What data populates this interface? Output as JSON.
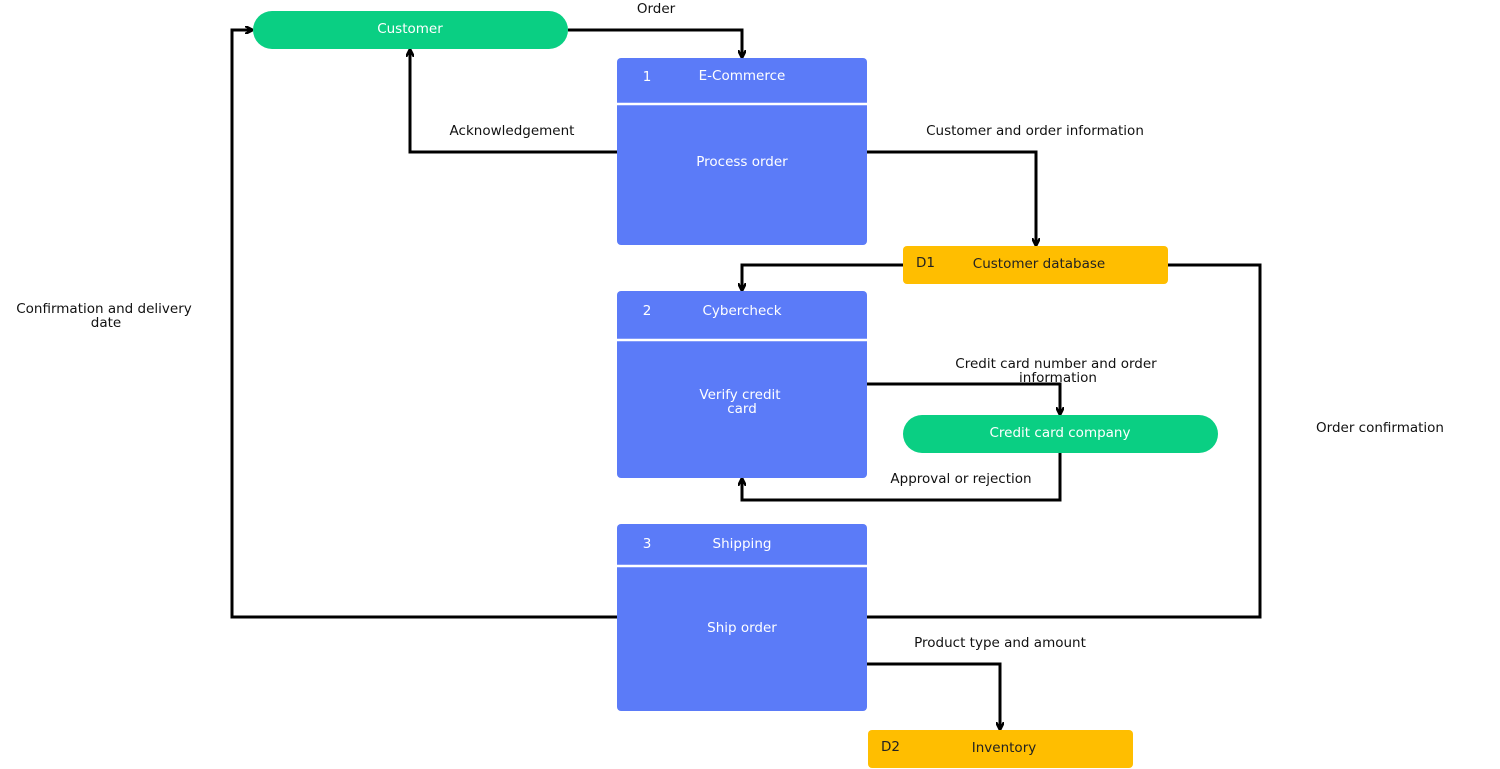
{
  "colors": {
    "process": "#5B7BF8",
    "external_entity": "#0ACF83",
    "data_store": "#FFBE00",
    "arrow": "#000000"
  },
  "entities": {
    "customer": "Customer",
    "credit_card_company": "Credit card company"
  },
  "processes": [
    {
      "number": "1",
      "title": "E-Commerce",
      "body": "Process order"
    },
    {
      "number": "2",
      "title": "Cybercheck",
      "body_line1": "Verify credit",
      "body_line2": "card"
    },
    {
      "number": "3",
      "title": "Shipping",
      "body": "Ship order"
    }
  ],
  "stores": [
    {
      "id": "D1",
      "name": "Customer database"
    },
    {
      "id": "D2",
      "name": "Inventory"
    }
  ],
  "flows": {
    "order": "Order",
    "acknowledgement": "Acknowledgement",
    "customer_order_info": "Customer and order information",
    "cc_line1": "Credit card number and order",
    "cc_line2": "information",
    "approval": "Approval or rejection",
    "order_confirmation": "Order confirmation",
    "confirmation_line1": "Confirmation and delivery",
    "confirmation_line2": "date",
    "product_type": "Product type and amount"
  }
}
